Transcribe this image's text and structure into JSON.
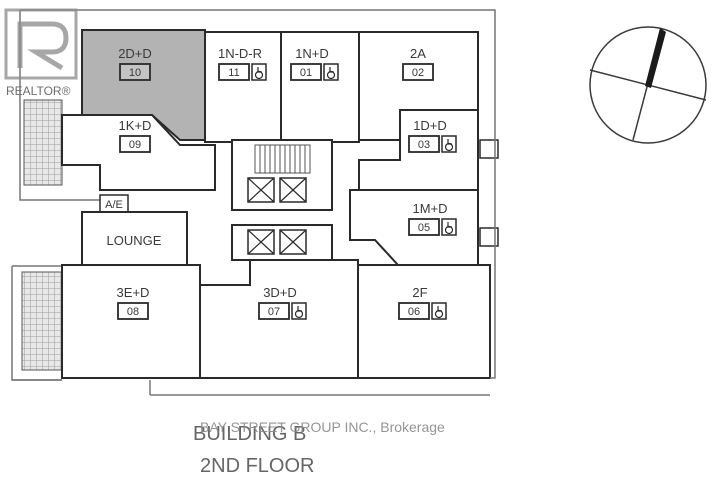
{
  "logo": {
    "text": "REALTOR®",
    "icon": "realtor-logo-icon"
  },
  "units": [
    {
      "key": "u10",
      "type": "2D+D",
      "number": "10",
      "accessible": false,
      "highlighted": true
    },
    {
      "key": "u11",
      "type": "1N-D-R",
      "number": "11",
      "accessible": true,
      "highlighted": false
    },
    {
      "key": "u01",
      "type": "1N+D",
      "number": "01",
      "accessible": true,
      "highlighted": false
    },
    {
      "key": "u02",
      "type": "2A",
      "number": "02",
      "accessible": false,
      "highlighted": false
    },
    {
      "key": "u09",
      "type": "1K+D",
      "number": "09",
      "accessible": false,
      "highlighted": false
    },
    {
      "key": "u03",
      "type": "1D+D",
      "number": "03",
      "accessible": true,
      "highlighted": false
    },
    {
      "key": "u05",
      "type": "1M+D",
      "number": "05",
      "accessible": true,
      "highlighted": false
    },
    {
      "key": "u08",
      "type": "3E+D",
      "number": "08",
      "accessible": false,
      "highlighted": false
    },
    {
      "key": "u07",
      "type": "3D+D",
      "number": "07",
      "accessible": true,
      "highlighted": false
    },
    {
      "key": "u06",
      "type": "2F",
      "number": "06",
      "accessible": true,
      "highlighted": false
    }
  ],
  "rooms": {
    "lounge": "LOUNGE",
    "ae": "A/E"
  },
  "title": {
    "line1": "BUILDING B",
    "line2": "2ND FLOOR"
  },
  "watermark": "BAY STREET GROUP INC., Brokerage",
  "compass_icon": "north-arrow-icon",
  "accessibility_icon": "wheelchair-icon",
  "colors": {
    "highlight": "#b3b3b3",
    "wall": "#2a2a2a",
    "terrace": "#c9c9c9"
  }
}
